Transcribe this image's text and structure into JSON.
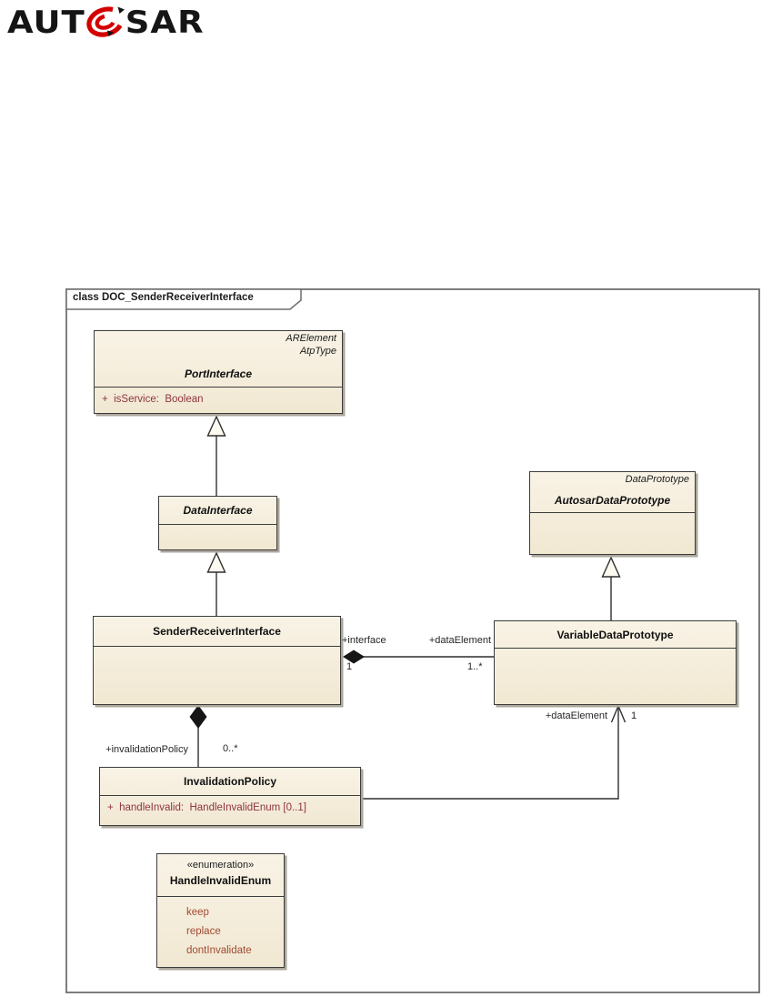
{
  "logo": {
    "text_left": "AUT",
    "text_right": "SAR",
    "swirl_color": "#d40000"
  },
  "frame": {
    "title": "class DOC_SenderReceiverInterface"
  },
  "colors": {
    "box_fill": "#f3ecdb",
    "box_border": "#3c3c3c",
    "attribute_text": "#8e3440",
    "literal_text": "#a04a32",
    "shadow": "#aba79c"
  },
  "classes": {
    "port_interface": {
      "stereotypes": [
        "ARElement",
        "AtpType"
      ],
      "name": "PortInterface",
      "attributes": [
        "+  isService:  Boolean"
      ]
    },
    "data_interface": {
      "name": "DataInterface"
    },
    "sender_receiver_interface": {
      "name": "SenderReceiverInterface"
    },
    "autosar_data_prototype": {
      "stereotypes": [
        "DataPrototype"
      ],
      "name": "AutosarDataPrototype"
    },
    "variable_data_prototype": {
      "name": "VariableDataPrototype"
    },
    "invalidation_policy": {
      "name": "InvalidationPolicy",
      "attributes": [
        "+  handleInvalid:  HandleInvalidEnum [0..1]"
      ]
    },
    "handle_invalid_enum": {
      "stereotype": "«enumeration»",
      "name": "HandleInvalidEnum",
      "literals": [
        "keep",
        "replace",
        "dontInvalidate"
      ]
    }
  },
  "connectors": {
    "interface_dataelement": {
      "role_source": "+interface",
      "mult_source": "1",
      "role_target": "+dataElement",
      "mult_target": "1..*"
    },
    "invalidation": {
      "role": "+invalidationPolicy",
      "mult": "0..*"
    },
    "dataelement_ref": {
      "role": "+dataElement",
      "mult": "1"
    }
  }
}
